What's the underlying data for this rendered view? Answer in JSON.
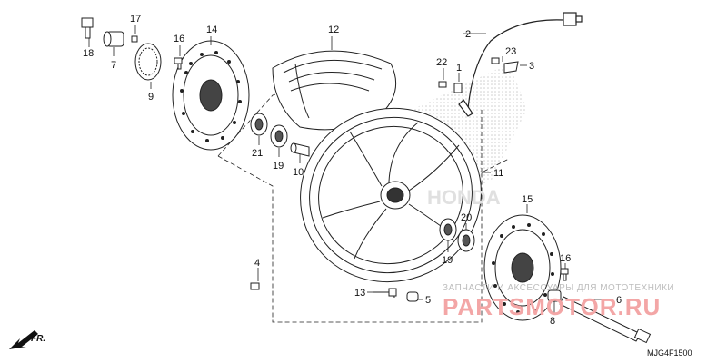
{
  "labels": {
    "p2": "2",
    "p3": "3",
    "p1": "1",
    "p22": "22",
    "p23": "23",
    "p4": "4",
    "p5": "5",
    "p6": "6",
    "p7": "7",
    "p8": "8",
    "p9": "9",
    "p10": "10",
    "p11": "11",
    "p12": "12",
    "p13": "13",
    "p14": "14",
    "p15": "15",
    "p16a": "16",
    "p16b": "16",
    "p17": "17",
    "p18": "18",
    "p19a": "19",
    "p19b": "19",
    "p20": "20",
    "p21": "21"
  },
  "direction_label": "FR.",
  "diagram_code": "MJG4F1500",
  "watermark": {
    "line1": "ЗАПЧАСТИ И АКСЕССУАРЫ ДЛЯ МОТОТЕХНИКИ",
    "line2": "PARTSMOTOR.RU"
  },
  "colors": {
    "line": "#222222",
    "watermark_red": "#f3a6a6",
    "watermark_gray": "#bdbdbd",
    "hatch": "#cfcfcf"
  }
}
